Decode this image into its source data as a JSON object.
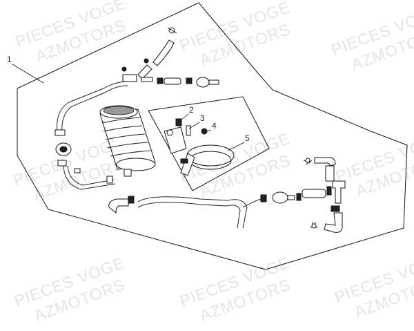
{
  "watermark": {
    "line1": "PIECES VOGE",
    "line2": "AZMOTORS"
  },
  "callouts": {
    "c1": "1",
    "c2": "2",
    "c3": "3",
    "c4": "4",
    "c5": "5"
  },
  "colors": {
    "line": "#111111",
    "watermark": "#e4e4e4",
    "background": "#ffffff"
  }
}
